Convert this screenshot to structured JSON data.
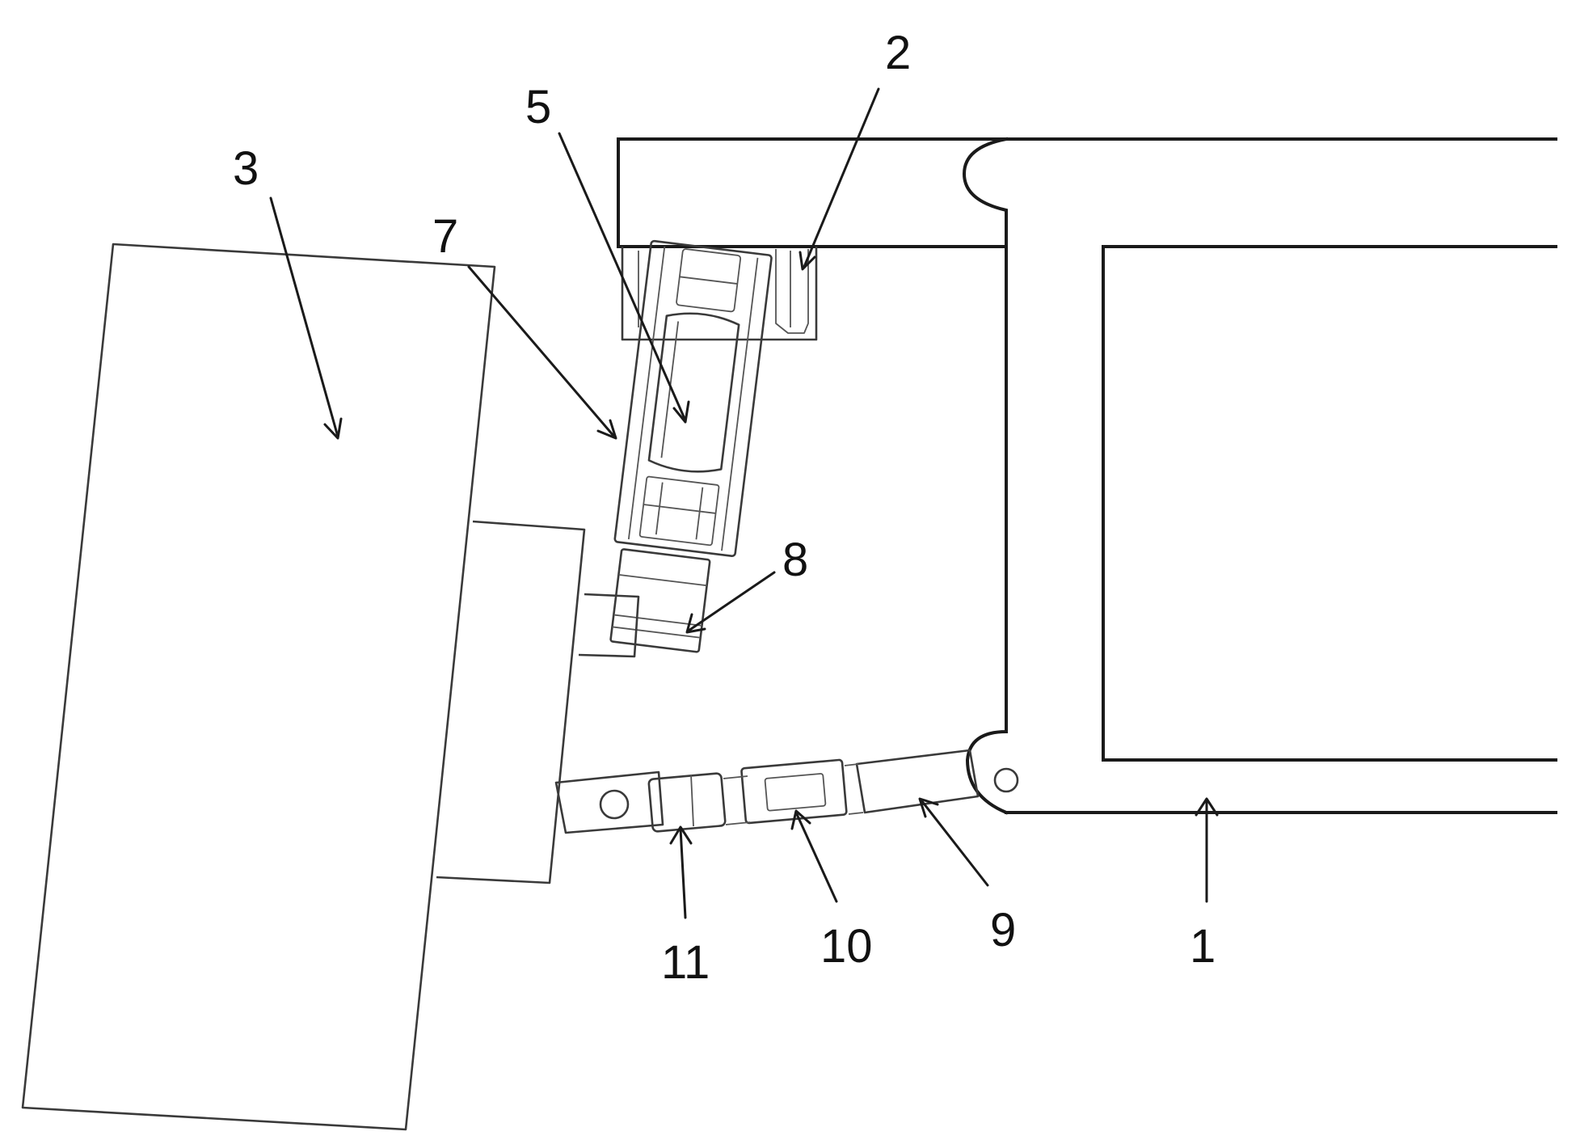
{
  "labels": {
    "frame": "1",
    "hinge_support": "2",
    "side_plate": "3",
    "cylinder_rod": "5",
    "cylinder_barrel": "7",
    "rod_end_clevis": "8",
    "link_outer_end": "9",
    "link_middle_sleeve": "10",
    "link_inner_end": "11"
  }
}
